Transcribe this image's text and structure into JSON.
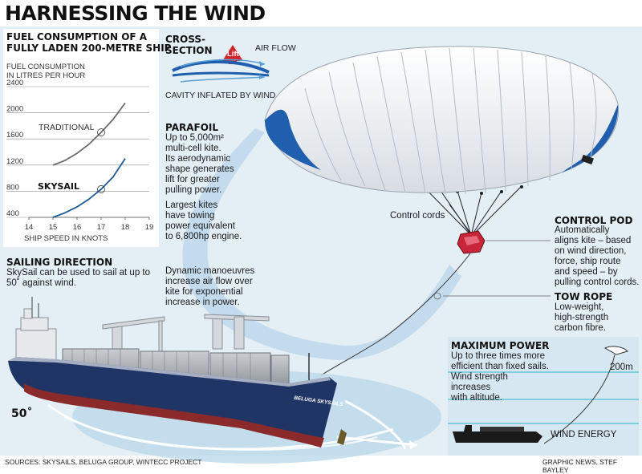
{
  "title": "HARNESSING THE WIND",
  "fuel_panel": {
    "heading": "FUEL CONSUMPTION OF A FULLY LADEN 200-METRE SHIP",
    "heading_line1": "FUEL CONSUMPTION OF A",
    "heading_line2": "FULLY LADEN 200-METRE SHIP",
    "ylabel_line1": "FUEL CONSUMPTION",
    "ylabel_line2": "IN LITRES PER HOUR",
    "xlabel": "SHIP SPEED IN KNOTS",
    "traditional_label": "TRADITIONAL",
    "skysail_label": "SKYSAIL"
  },
  "chart_data": {
    "type": "line",
    "xlabel": "SHIP SPEED IN KNOTS",
    "ylabel": "FUEL CONSUMPTION IN LITRES PER HOUR",
    "xlim": [
      14,
      19
    ],
    "ylim": [
      400,
      2400
    ],
    "x_ticks": [
      "14",
      "15",
      "16",
      "17",
      "18",
      "19"
    ],
    "y_ticks": [
      "2400",
      "2000",
      "1600",
      "1200",
      "800",
      "400"
    ],
    "series": [
      {
        "name": "TRADITIONAL",
        "x": [
          15,
          15.5,
          16,
          16.5,
          17,
          17.5,
          18
        ],
        "y": [
          1200,
          1270,
          1380,
          1520,
          1700,
          1900,
          2150
        ]
      },
      {
        "name": "SKYSAIL",
        "x": [
          15,
          15.5,
          16,
          16.5,
          17,
          17.5,
          18
        ],
        "y": [
          400,
          470,
          560,
          680,
          830,
          1020,
          1300
        ]
      }
    ]
  },
  "cross_section": {
    "heading_line1": "CROSS-",
    "heading_line2": "SECTION",
    "lift_label": "Lift",
    "air_flow_label": "AIR FLOW",
    "cavity_label": "CAVITY INFLATED BY WIND"
  },
  "parafoil": {
    "heading": "PARAFOIL",
    "text": [
      "Up to 5,000m² ",
      "multi-cell kite.",
      "Its aerodynamic",
      "shape generates",
      "lift for greater",
      "pulling power."
    ],
    "text2": [
      "Largest kites",
      "have towing",
      "power equivalent",
      "to 6,800hp engine."
    ]
  },
  "control_cords_label": "Control cords",
  "control_pod": {
    "heading": "CONTROL POD",
    "text": [
      "Automatically",
      "aligns kite – based",
      "on wind direction,",
      "force, ship route",
      "and speed – by",
      "pulling control cords."
    ]
  },
  "tow_rope": {
    "heading": "TOW ROPE",
    "text": [
      "Low-weight,",
      "high-strength",
      "carbon fibre."
    ]
  },
  "dynamic_text": [
    "Dynamic manoeuvres",
    "increase air flow over",
    "kite for exponential",
    "increase in power."
  ],
  "sailing": {
    "heading": "SAILING DIRECTION",
    "text": [
      "SkySail can be used to sail at up to",
      "50˚ against wind."
    ],
    "angle_label": "50˚"
  },
  "ship_name": "BELUGA SKYSAILS",
  "max_power": {
    "heading": "MAXIMUM POWER",
    "text": [
      "Up to three times more",
      "efficient than fixed sails.",
      "Wind strength",
      "increases",
      "with altitude."
    ],
    "altitude_label": "200m",
    "wind_energy_label": "WIND ENERGY"
  },
  "footer": {
    "sources": "SOURCES: SKYSAILS, BELUGA GROUP, WINTECC PROJECT",
    "credit": "GRAPHIC NEWS, STEF BAYLEY"
  },
  "colors": {
    "panel_bg": "#e3eef5",
    "hull_blue": "#1f3566",
    "hull_red": "#8a2a2a",
    "kite_blue": "#1f5fae",
    "lift_red": "#d0262b",
    "skysail_line": "#1c5a94"
  }
}
